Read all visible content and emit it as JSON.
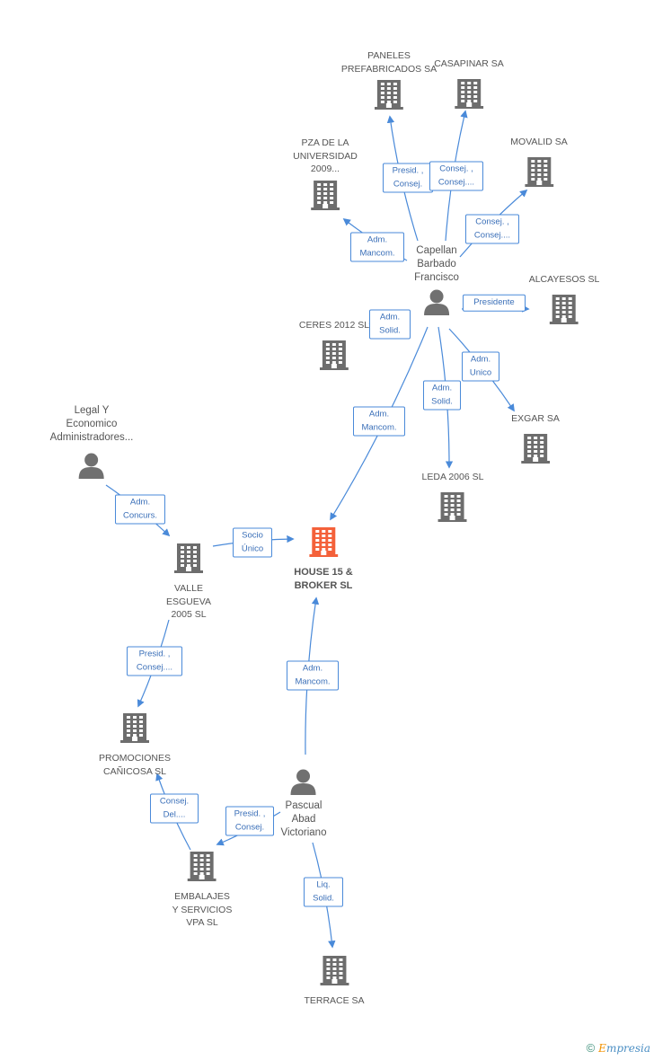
{
  "colors": {
    "edge": "#4a8ad9",
    "company_icon": "#6d6d6d",
    "focus_icon": "#f4613a",
    "person_icon": "#707070"
  },
  "nodes": [
    {
      "id": "house15",
      "type": "company",
      "focus": true,
      "label": "HOUSE 15 &\nBROKER SL"
    },
    {
      "id": "paneles",
      "type": "company",
      "label": "PANELES\nPREFABRICADOS SA"
    },
    {
      "id": "casapinar",
      "type": "company",
      "label": "CASAPINAR SA"
    },
    {
      "id": "pza",
      "type": "company",
      "label": "PZA DE LA\nUNIVERSIDAD\n2009..."
    },
    {
      "id": "movalid",
      "type": "company",
      "label": "MOVALID SA"
    },
    {
      "id": "capellan",
      "type": "person",
      "label": "Capellan\nBarbado\nFrancisco"
    },
    {
      "id": "alcayesos",
      "type": "company",
      "label": "ALCAYESOS SL"
    },
    {
      "id": "ceres",
      "type": "company",
      "label": "CERES 2012 SL"
    },
    {
      "id": "exgar",
      "type": "company",
      "label": "EXGAR SA"
    },
    {
      "id": "leda",
      "type": "company",
      "label": "LEDA 2006 SL"
    },
    {
      "id": "legal",
      "type": "person",
      "label": "Legal Y\nEconomico\nAdministradores..."
    },
    {
      "id": "valle",
      "type": "company",
      "label": "VALLE\nESGUEVA\n2005 SL"
    },
    {
      "id": "promociones",
      "type": "company",
      "label": "PROMOCIONES\nCAÑICOSA SL"
    },
    {
      "id": "pascual",
      "type": "person",
      "label": "Pascual\nAbad\nVictoriano"
    },
    {
      "id": "embalajes",
      "type": "company",
      "label": "EMBALAJES\nY SERVICIOS\nVPA  SL"
    },
    {
      "id": "terrace",
      "type": "company",
      "label": "TERRACE SA"
    }
  ],
  "edges": [
    {
      "from": "capellan",
      "to": "paneles",
      "label": "Presid. ,\nConsej."
    },
    {
      "from": "capellan",
      "to": "casapinar",
      "label": "Consej. ,\nConsej...."
    },
    {
      "from": "capellan",
      "to": "pza",
      "label": "Adm.\nMancom."
    },
    {
      "from": "capellan",
      "to": "movalid",
      "label": "Consej. ,\nConsej...."
    },
    {
      "from": "capellan",
      "to": "alcayesos",
      "label": "Presidente"
    },
    {
      "from": "capellan",
      "to": "ceres",
      "label": "Adm.\nSolid."
    },
    {
      "from": "capellan",
      "to": "exgar",
      "label": "Adm.\nUnico"
    },
    {
      "from": "capellan",
      "to": "leda",
      "label": "Adm.\nSolid."
    },
    {
      "from": "capellan",
      "to": "house15",
      "label": "Adm.\nMancom."
    },
    {
      "from": "legal",
      "to": "valle",
      "label": "Adm.\nConcurs."
    },
    {
      "from": "valle",
      "to": "house15",
      "label": "Socio\nÚnico"
    },
    {
      "from": "valle",
      "to": "promociones",
      "label": "Presid. ,\nConsej...."
    },
    {
      "from": "pascual",
      "to": "house15",
      "label": "Adm.\nMancom."
    },
    {
      "from": "embalajes",
      "to": "promociones",
      "label": "Consej.\nDel...."
    },
    {
      "from": "pascual",
      "to": "embalajes",
      "label": "Presid. ,\nConsej."
    },
    {
      "from": "pascual",
      "to": "terrace",
      "label": "Liq.\nSolid."
    }
  ],
  "brand": {
    "copyright_symbol": "©",
    "name_first": "E",
    "name_rest": "mpresia"
  }
}
